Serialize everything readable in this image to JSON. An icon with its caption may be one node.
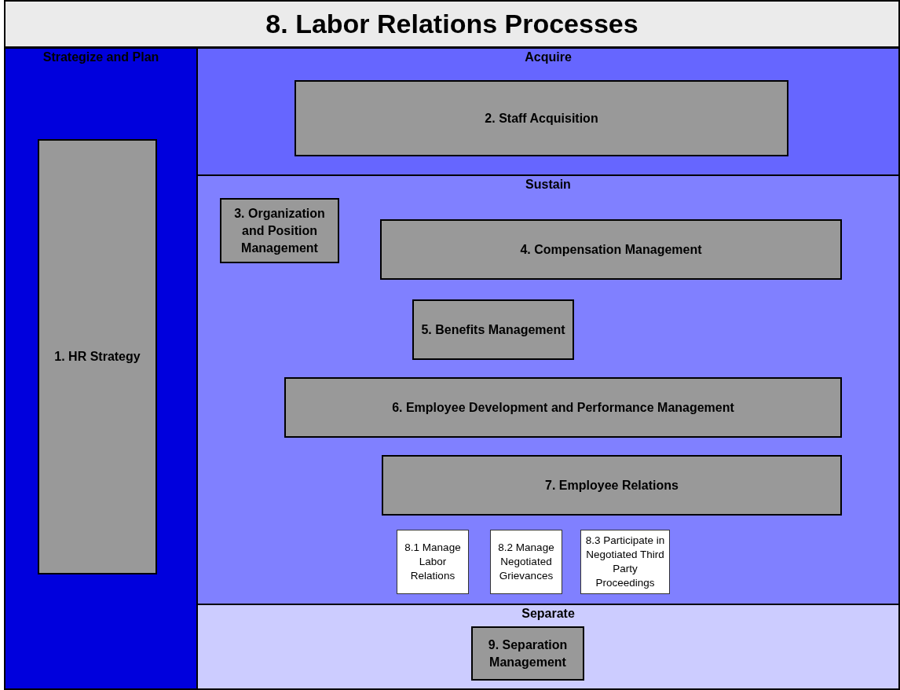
{
  "diagram": {
    "title": "8. Labor Relations Processes",
    "nodes": [
      {
        "text": [
          "Strategize and Plan"
        ]
      },
      {
        "text": [
          "1. HR Strategy"
        ],
        "in": 0
      },
      {
        "text": [
          "Acquire"
        ]
      },
      {
        "text": [
          "2. Staff Acquisition"
        ],
        "in": 2
      },
      {
        "text": [
          "Sustain"
        ]
      },
      {
        "text": [
          "3. Organization and Position Management"
        ],
        "in": 4
      },
      {
        "text": [
          "4. Compensation Management"
        ],
        "in": 4
      },
      {
        "text": [
          "5. Benefits Management"
        ],
        "in": 4
      },
      {
        "text": [
          "6. Employee Development and Performance Management"
        ],
        "in": 4
      },
      {
        "text": [
          "7. Employee Relations"
        ],
        "in": 4
      },
      {
        "text": [
          "8.1 Manage Labor Relations"
        ],
        "in": 4
      },
      {
        "text": [
          "8.2 Manage Negotiated Grievances"
        ],
        "in": 4
      },
      {
        "text": [
          "8.3 Participate in Negotiated Third Party Proceedings"
        ],
        "in": 4
      },
      {
        "text": [
          "Separate"
        ]
      },
      {
        "text": [
          "9. Separation Management"
        ],
        "in": 13
      }
    ],
    "edges": []
  }
}
